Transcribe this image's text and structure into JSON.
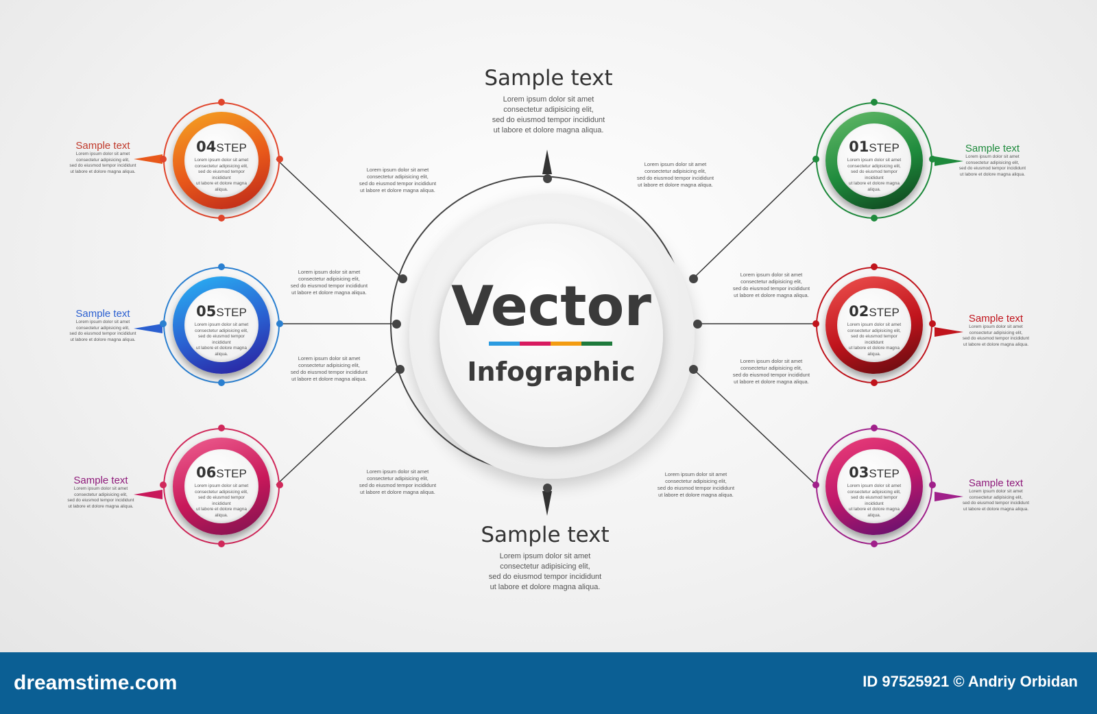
{
  "center": {
    "title": "Vector",
    "subtitle": "Infographic",
    "colors": [
      "#2b9be0",
      "#d81b60",
      "#f39c12",
      "#1e7a3c"
    ]
  },
  "top_block": {
    "title": "Sample text",
    "lines": [
      "Lorem ipsum dolor sit amet",
      "consectetur adipisicing elit,",
      "sed do eiusmod tempor incididunt",
      "ut labore et dolore magna aliqua."
    ]
  },
  "bottom_block": {
    "title": "Sample text",
    "lines": [
      "Lorem ipsum dolor sit amet",
      "consectetur adipisicing elit,",
      "sed do eiusmod tempor incididunt",
      "ut labore et dolore magna aliqua."
    ]
  },
  "small_lorem": [
    "Lorem ipsum dolor sit amet",
    "consectetur adipisicing elit,",
    "sed do eiusmod tempor incididunt",
    "ut labore et dolore magna aliqua."
  ],
  "steps": [
    {
      "num": "01",
      "word": "STEP",
      "side_title": "Sample text",
      "color": "#1e8a3c"
    },
    {
      "num": "02",
      "word": "STEP",
      "side_title": "Sample text",
      "color": "#c0141c"
    },
    {
      "num": "03",
      "word": "STEP",
      "side_title": "Sample text",
      "color": "#a0208a"
    },
    {
      "num": "04",
      "word": "STEP",
      "side_title": "Sample text",
      "color": "#e8581a"
    },
    {
      "num": "05",
      "word": "STEP",
      "side_title": "Sample text",
      "color": "#2a5fd0"
    },
    {
      "num": "06",
      "word": "STEP",
      "side_title": "Sample text",
      "color": "#c8185a"
    }
  ],
  "footer": {
    "site": "dreamstime.com",
    "credit": "ID 97525921 © Andriy Orbidan"
  }
}
